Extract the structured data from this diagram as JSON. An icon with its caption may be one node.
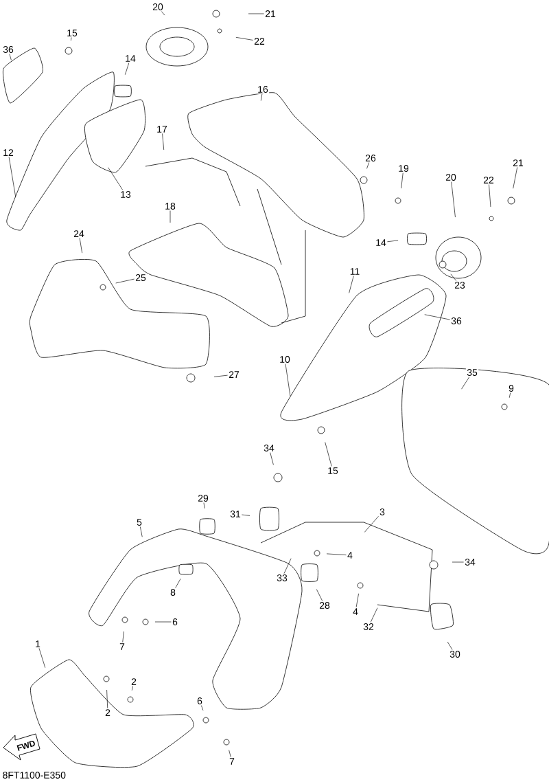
{
  "diagram": {
    "nodes": [
      {
        "text": [
          "20"
        ]
      },
      {
        "text": [
          "21"
        ]
      },
      {
        "text": [
          "36"
        ]
      },
      {
        "text": [
          "15"
        ]
      },
      {
        "text": [
          "22"
        ]
      },
      {
        "text": [
          "14"
        ]
      },
      {
        "text": [
          "16"
        ]
      },
      {
        "text": [
          "17"
        ]
      },
      {
        "text": [
          "12"
        ]
      },
      {
        "text": [
          "26"
        ]
      },
      {
        "text": [
          "21"
        ]
      },
      {
        "text": [
          "19"
        ]
      },
      {
        "text": [
          "20"
        ]
      },
      {
        "text": [
          "22"
        ]
      },
      {
        "text": [
          "13"
        ]
      },
      {
        "text": [
          "18"
        ]
      },
      {
        "text": [
          "24"
        ]
      },
      {
        "text": [
          "14"
        ]
      },
      {
        "text": [
          "11"
        ]
      },
      {
        "text": [
          "25"
        ]
      },
      {
        "text": [
          "23"
        ]
      },
      {
        "text": [
          "36"
        ]
      },
      {
        "text": [
          "10"
        ]
      },
      {
        "text": [
          "35"
        ]
      },
      {
        "text": [
          "27"
        ]
      },
      {
        "text": [
          "9"
        ]
      },
      {
        "text": [
          "34"
        ]
      },
      {
        "text": [
          "15"
        ]
      },
      {
        "text": [
          "29"
        ]
      },
      {
        "text": [
          "3"
        ]
      },
      {
        "text": [
          "31"
        ]
      },
      {
        "text": [
          "5"
        ]
      },
      {
        "text": [
          "4"
        ]
      },
      {
        "text": [
          "34"
        ]
      },
      {
        "text": [
          "33"
        ]
      },
      {
        "text": [
          "8"
        ]
      },
      {
        "text": [
          "28"
        ]
      },
      {
        "text": [
          "4"
        ]
      },
      {
        "text": [
          "6"
        ]
      },
      {
        "text": [
          "32"
        ]
      },
      {
        "text": [
          "1"
        ]
      },
      {
        "text": [
          "7"
        ]
      },
      {
        "text": [
          "30"
        ]
      },
      {
        "text": [
          "2"
        ]
      },
      {
        "text": [
          "6"
        ]
      },
      {
        "text": [
          "2"
        ]
      },
      {
        "text": [
          "7"
        ]
      }
    ],
    "edges": [
      {
        "from": 0,
        "to": null,
        "arrow": "none"
      },
      {
        "from": 1,
        "to": null,
        "arrow": "none"
      },
      {
        "from": 2,
        "to": null,
        "arrow": "none"
      },
      {
        "from": 3,
        "to": null,
        "arrow": "none"
      },
      {
        "from": 4,
        "to": null,
        "arrow": "none"
      },
      {
        "from": 5,
        "to": null,
        "arrow": "none"
      },
      {
        "from": 6,
        "to": null,
        "arrow": "none"
      },
      {
        "from": 7,
        "to": null,
        "arrow": "none"
      },
      {
        "from": 8,
        "to": null,
        "arrow": "none"
      },
      {
        "from": 9,
        "to": null,
        "arrow": "none"
      },
      {
        "from": 10,
        "to": null,
        "arrow": "none"
      },
      {
        "from": 11,
        "to": null,
        "arrow": "none"
      },
      {
        "from": 12,
        "to": null,
        "arrow": "none"
      },
      {
        "from": 13,
        "to": null,
        "arrow": "none"
      },
      {
        "from": 14,
        "to": null,
        "arrow": "none"
      },
      {
        "from": 15,
        "to": null,
        "arrow": "none"
      },
      {
        "from": 16,
        "to": null,
        "arrow": "none"
      },
      {
        "from": 17,
        "to": null,
        "arrow": "none"
      },
      {
        "from": 18,
        "to": null,
        "arrow": "none"
      },
      {
        "from": 19,
        "to": null,
        "arrow": "none"
      },
      {
        "from": 20,
        "to": null,
        "arrow": "none"
      },
      {
        "from": 21,
        "to": null,
        "arrow": "none"
      },
      {
        "from": 22,
        "to": null,
        "arrow": "none"
      },
      {
        "from": 23,
        "to": null,
        "arrow": "none"
      },
      {
        "from": 24,
        "to": null,
        "arrow": "none"
      },
      {
        "from": 25,
        "to": null,
        "arrow": "none"
      },
      {
        "from": 26,
        "to": null,
        "arrow": "none"
      },
      {
        "from": 27,
        "to": null,
        "arrow": "none"
      },
      {
        "from": 28,
        "to": null,
        "arrow": "none"
      },
      {
        "from": 29,
        "to": null,
        "arrow": "none"
      },
      {
        "from": 30,
        "to": null,
        "arrow": "none"
      },
      {
        "from": 31,
        "to": null,
        "arrow": "none"
      },
      {
        "from": 32,
        "to": null,
        "arrow": "none"
      },
      {
        "from": 33,
        "to": null,
        "arrow": "none"
      },
      {
        "from": 34,
        "to": null,
        "arrow": "none"
      },
      {
        "from": 35,
        "to": null,
        "arrow": "none"
      },
      {
        "from": 36,
        "to": null,
        "arrow": "none"
      },
      {
        "from": 37,
        "to": null,
        "arrow": "none"
      },
      {
        "from": 38,
        "to": null,
        "arrow": "none"
      },
      {
        "from": 39,
        "to": null,
        "arrow": "none"
      },
      {
        "from": 40,
        "to": null,
        "arrow": "none"
      },
      {
        "from": 41,
        "to": null,
        "arrow": "none"
      },
      {
        "from": 42,
        "to": null,
        "arrow": "none"
      },
      {
        "from": 43,
        "to": null,
        "arrow": "none"
      },
      {
        "from": 44,
        "to": null,
        "arrow": "none"
      },
      {
        "from": 45,
        "to": null,
        "arrow": "none"
      },
      {
        "from": 46,
        "to": null,
        "arrow": "none"
      }
    ],
    "labels": [
      "FWD",
      "8FT1100-E350"
    ]
  }
}
